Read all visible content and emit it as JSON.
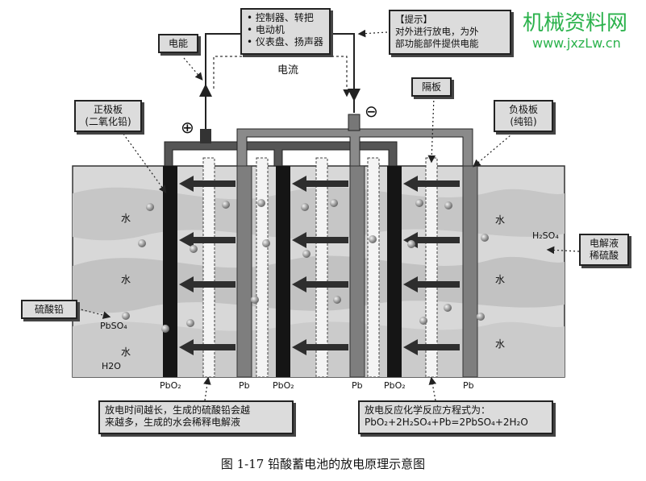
{
  "watermark": {
    "cn": "机械资料网",
    "url": "www.jxzLw.cn"
  },
  "controller_box": {
    "lines": [
      "• 控制器、转把",
      "• 电动机",
      "• 仪表盘、扬声器"
    ]
  },
  "tip_box": {
    "title": "【提示】",
    "lines": [
      "对外进行放电，为外",
      "部功能部件提供电能"
    ]
  },
  "energy_label": "电能",
  "current_label": "电流",
  "positive_symbol": "⊕",
  "negative_symbol": "⊖",
  "positive_plate_label": [
    "正极板",
    "(二氧化铅)"
  ],
  "negative_plate_label": [
    "负极板",
    "(纯铅)"
  ],
  "separator_label": "隔板",
  "electrolyte_label": [
    "电解液",
    "稀硫酸"
  ],
  "lead_sulfate_label": "硫酸铅",
  "in_tank": {
    "water": [
      "水",
      "水",
      "水",
      "水",
      "水",
      "水"
    ],
    "h2so4": "H₂SO₄",
    "pbso4": "PbSO₄",
    "h2o": "H2O"
  },
  "plate_labels": [
    "PbO₂",
    "Pb",
    "PbO₂",
    "Pb",
    "PbO₂",
    "Pb"
  ],
  "note_box": {
    "lines": [
      "放电时间越长，生成的硫酸铅会越",
      "来越多，生成的水会稀释电解液"
    ]
  },
  "equation_box": {
    "lines": [
      "放电反应化学反应方程式为：",
      "PbO₂+2H₂SO₄+Pb=2PbSO₄+2H₂O"
    ]
  },
  "caption": "图 1-17    铅酸蓄电池的放电原理示意图"
}
